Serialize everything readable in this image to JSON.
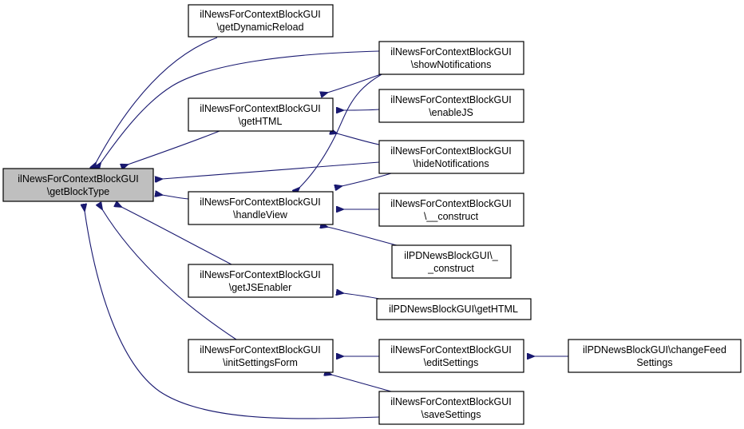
{
  "diagram": {
    "type": "caller-graph",
    "colors": {
      "edge": "#191970",
      "focus_fill": "#bfbfbf",
      "node_fill": "#ffffff",
      "node_border": "#000000"
    },
    "nodes": {
      "getBlockType": {
        "line1": "ilNewsForContextBlockGUI",
        "line2": "\\getBlockType",
        "focus": true
      },
      "getDynamicReload": {
        "line1": "ilNewsForContextBlockGUI",
        "line2": "\\getDynamicReload"
      },
      "showNotifications": {
        "line1": "ilNewsForContextBlockGUI",
        "line2": "\\showNotifications"
      },
      "getHTML": {
        "line1": "ilNewsForContextBlockGUI",
        "line2": "\\getHTML"
      },
      "enableJS": {
        "line1": "ilNewsForContextBlockGUI",
        "line2": "\\enableJS"
      },
      "hideNotifications": {
        "line1": "ilNewsForContextBlockGUI",
        "line2": "\\hideNotifications"
      },
      "handleView": {
        "line1": "ilNewsForContextBlockGUI",
        "line2": "\\handleView"
      },
      "construct": {
        "line1": "ilNewsForContextBlockGUI",
        "line2": "\\__construct"
      },
      "pdConstruct": {
        "line1": "ilPDNewsBlockGUI\\_",
        "line2": "_construct"
      },
      "getJSEnabler": {
        "line1": "ilNewsForContextBlockGUI",
        "line2": "\\getJSEnabler"
      },
      "pdGetHTML": {
        "line1": "ilPDNewsBlockGUI\\getHTML"
      },
      "initSettingsForm": {
        "line1": "ilNewsForContextBlockGUI",
        "line2": "\\initSettingsForm"
      },
      "editSettings": {
        "line1": "ilNewsForContextBlockGUI",
        "line2": "\\editSettings"
      },
      "changeFeedSettings": {
        "line1": "ilPDNewsBlockGUI\\changeFeed",
        "line2": "Settings"
      },
      "saveSettings": {
        "line1": "ilNewsForContextBlockGUI",
        "line2": "\\saveSettings"
      }
    },
    "edges": [
      {
        "from": "getDynamicReload",
        "to": "getBlockType"
      },
      {
        "from": "showNotifications",
        "to": "getBlockType"
      },
      {
        "from": "getHTML",
        "to": "getBlockType"
      },
      {
        "from": "hideNotifications",
        "to": "getBlockType"
      },
      {
        "from": "handleView",
        "to": "getBlockType"
      },
      {
        "from": "getJSEnabler",
        "to": "getBlockType"
      },
      {
        "from": "initSettingsForm",
        "to": "getBlockType"
      },
      {
        "from": "saveSettings",
        "to": "getBlockType"
      },
      {
        "from": "showNotifications",
        "to": "getHTML"
      },
      {
        "from": "enableJS",
        "to": "getHTML"
      },
      {
        "from": "hideNotifications",
        "to": "getHTML"
      },
      {
        "from": "showNotifications",
        "to": "handleView"
      },
      {
        "from": "hideNotifications",
        "to": "handleView"
      },
      {
        "from": "construct",
        "to": "handleView"
      },
      {
        "from": "pdConstruct",
        "to": "handleView"
      },
      {
        "from": "pdGetHTML",
        "to": "getJSEnabler"
      },
      {
        "from": "editSettings",
        "to": "initSettingsForm"
      },
      {
        "from": "saveSettings",
        "to": "initSettingsForm"
      },
      {
        "from": "changeFeedSettings",
        "to": "editSettings"
      }
    ]
  }
}
